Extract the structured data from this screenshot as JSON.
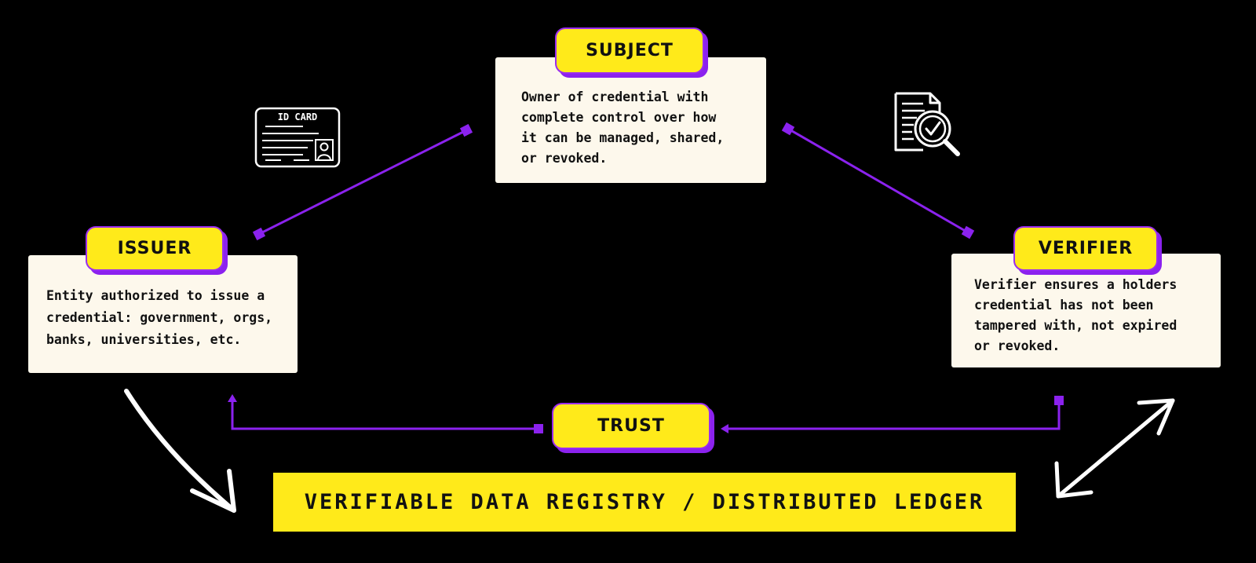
{
  "subject": {
    "title": "SUBJECT",
    "description": "Owner of credential with\ncomplete control over how\nit can be managed, shared,\nor revoked."
  },
  "issuer": {
    "title": "ISSUER",
    "description": "Entity authorized to issue a\ncredential: government, orgs,\nbanks, universities, etc."
  },
  "verifier": {
    "title": "VERIFIER",
    "description": "Verifier ensures a holders\ncredential has not been\ntampered with, not expired\nor revoked."
  },
  "trust": {
    "label": "TRUST"
  },
  "registry": {
    "label": "VERIFIABLE DATA REGISTRY / DISTRIBUTED LEDGER"
  },
  "id_card_icon": {
    "text": "ID CARD",
    "name": "id-card-icon"
  },
  "document_check_icon": {
    "name": "document-check-icon"
  },
  "colors": {
    "background": "#000000",
    "card": "#fdf8ec",
    "accent_yellow": "#ffea1a",
    "accent_purple": "#8b22ee",
    "arrow": "#ffffff"
  }
}
